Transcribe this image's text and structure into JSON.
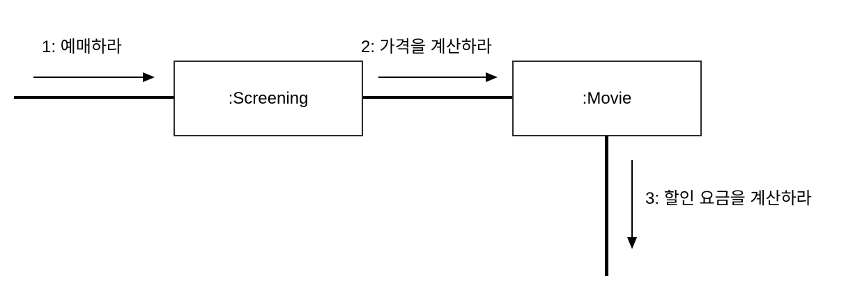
{
  "diagram": {
    "type": "uml-communication-diagram",
    "colors": {
      "line": "#000000",
      "border": "#2b2b2b",
      "text": "#000000",
      "background": "#ffffff"
    },
    "objects": [
      {
        "id": "screening",
        "label": ":Screening"
      },
      {
        "id": "movie",
        "label": ":Movie"
      }
    ],
    "messages": [
      {
        "seq": "1",
        "label": "1: 예매하라",
        "direction": "right",
        "from": "actor",
        "to": "screening"
      },
      {
        "seq": "2",
        "label": "2: 가격을 계산하라",
        "direction": "right",
        "from": "screening",
        "to": "movie"
      },
      {
        "seq": "3",
        "label": "3: 할인 요금을 계산하라",
        "direction": "down",
        "from": "movie",
        "to": "movie"
      }
    ]
  }
}
